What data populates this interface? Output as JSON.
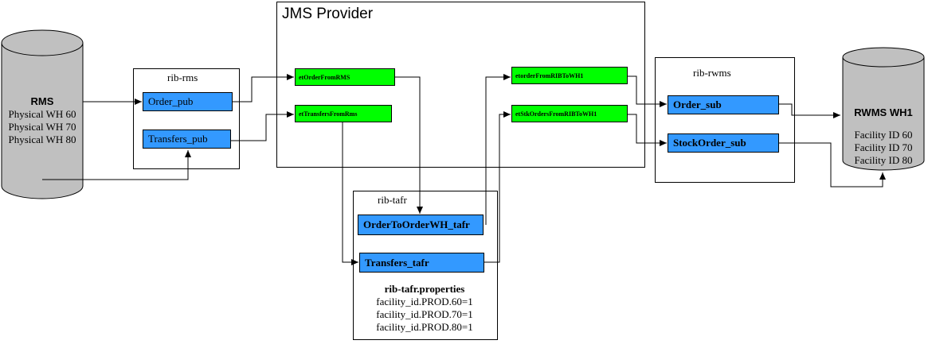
{
  "rms": {
    "title": "RMS",
    "lines": [
      "Physical WH 60",
      "Physical WH 70",
      "Physical WH 80"
    ]
  },
  "rib_rms": {
    "label": "rib-rms",
    "order_pub": "Order_pub",
    "transfers_pub": "Transfers_pub"
  },
  "jms": {
    "title": "JMS Provider",
    "topics": {
      "order_from_rms": "etOrderFromRMS",
      "transfers_from_rms": "etTransfersFromRms",
      "order_from_rib_to_wh1": "etorderFromRIBToWH1",
      "stk_orders_from_rib_to_wh1": "etStkOrdersFromRIBToWH1"
    }
  },
  "rib_tafr": {
    "label": "rib-tafr",
    "order_to_order_wh": "OrderToOrderWH_tafr",
    "transfers_tafr": "Transfers_tafr",
    "properties_title": "rib-tafr.properties",
    "properties": [
      "facility_id.PROD.60=1",
      "facility_id.PROD.70=1",
      "facility_id.PROD.80=1"
    ]
  },
  "rib_rwms": {
    "label": "rib-rwms",
    "order_sub": "Order_sub",
    "stock_order_sub": "StockOrder_sub"
  },
  "rwms": {
    "title": "RWMS WH1",
    "lines": [
      "Facility ID 60",
      "Facility ID 70",
      "Facility ID 80"
    ]
  },
  "colors": {
    "adapter_blue": "#3399ff",
    "topic_green": "#00ff00",
    "database_gray": "#c0c0c0"
  }
}
